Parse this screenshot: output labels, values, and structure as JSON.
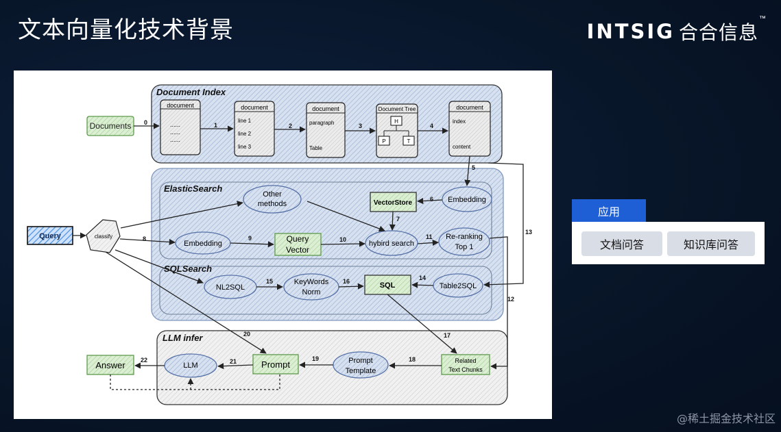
{
  "slide": {
    "title": "文本向量化技术背景"
  },
  "brand": {
    "en": "INTSIG",
    "cn": "合合信息",
    "tm": "™"
  },
  "diagram": {
    "groups": {
      "document_index": "Document Index",
      "elasticsearch": "ElasticSearch",
      "sqlsearch": "SQLSearch",
      "llm_infer": "LLM infer"
    },
    "nodes": {
      "documents": "Documents",
      "query": "Query",
      "classify": "classify",
      "doc1_title": "document",
      "doc1_dots": "......",
      "doc2_title": "document",
      "doc2_line1": "line 1",
      "doc2_line2": "line 2",
      "doc2_line3": "line 3",
      "doc3_title": "document",
      "doc3_paragraph": "paragraph",
      "doc3_table": "Table",
      "tree_title": "Document Tree",
      "tree_h": "H",
      "tree_p": "P",
      "tree_t": "T",
      "doc5_title": "document",
      "doc5_index": "index",
      "doc5_content": "content",
      "other_methods_1": "Other",
      "other_methods_2": "methods",
      "vectorstore": "VectorStore",
      "embedding_top": "Embedding",
      "embedding_mid": "Embedding",
      "query_vector_1": "Query",
      "query_vector_2": "Vector",
      "hybrid_search": "hybird search",
      "reranking_1": "Re-ranking",
      "reranking_2": "Top 1",
      "nl2sql": "NL2SQL",
      "keywords_1": "KeyWords",
      "keywords_2": "Norm",
      "sql": "SQL",
      "table2sql": "Table2SQL",
      "answer": "Answer",
      "llm": "LLM",
      "prompt": "Prompt",
      "prompt_template_1": "Prompt",
      "prompt_template_2": "Template",
      "related_1": "Related",
      "related_2": "Text Chunks"
    },
    "edge_labels": {
      "e0": "0",
      "e1": "1",
      "e2": "2",
      "e3": "3",
      "e4": "4",
      "e5": "5",
      "e6": "6",
      "e7": "7",
      "e8": "8",
      "e9": "9",
      "e10": "10",
      "e11": "11",
      "e12": "12",
      "e13": "13",
      "e14": "14",
      "e15": "15",
      "e16": "16",
      "e17": "17",
      "e18": "18",
      "e19": "19",
      "e20": "20",
      "e21": "21",
      "e22": "22"
    }
  },
  "app": {
    "tab_label": "应用",
    "buttons": [
      "文档问答",
      "知识库问答"
    ]
  },
  "watermark": "@稀土掘金技术社区"
}
